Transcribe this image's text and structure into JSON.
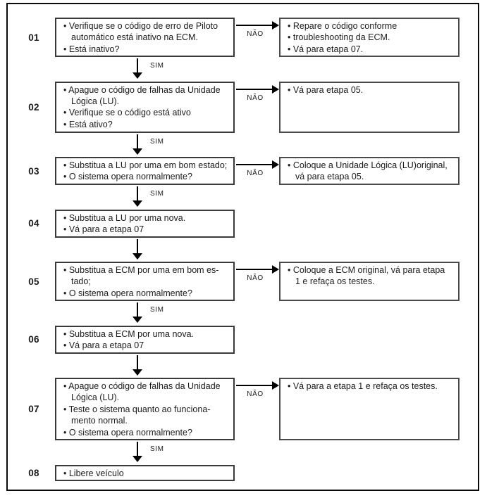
{
  "labels": {
    "yes": "SIM",
    "no": "NÃO"
  },
  "colors": {
    "ink": "#1b1b1b",
    "frame": "#0a0a0a",
    "box_border": "#3a3a3a",
    "no_box_border": "#4a4a4a",
    "background": "#ffffff"
  },
  "steps": [
    {
      "id": "01",
      "lines": [
        "• Verifique se o código de erro de Piloto",
        "automático está inativo na ECM.",
        "• Está inativo?"
      ],
      "no_lines": [
        "• Repare o código conforme",
        "• troubleshooting da ECM.",
        "• Vá para etapa 07."
      ],
      "down": "SIM"
    },
    {
      "id": "02",
      "lines": [
        "• Apague o código de falhas da Unidade",
        "Lógica (LU).",
        "• Verifique se o código está ativo",
        "• Está ativo?"
      ],
      "no_lines": [
        "• Vá para etapa 05."
      ],
      "down": "SIM"
    },
    {
      "id": "03",
      "lines": [
        "• Substitua a LU por uma em bom estado;",
        "• O sistema opera normalmente?"
      ],
      "no_lines": [
        "• Coloque a Unidade Lógica (LU)original,",
        "vá para etapa 05."
      ],
      "down": "SIM"
    },
    {
      "id": "04",
      "lines": [
        "• Substitua a LU por uma nova.",
        "• Vá para a etapa 07"
      ],
      "no_lines": null,
      "down": ""
    },
    {
      "id": "05",
      "lines": [
        "• Substitua a ECM por uma em bom es-",
        "tado;",
        "• O sistema opera normalmente?"
      ],
      "no_lines": [
        "• Coloque a ECM original, vá para etapa",
        "1 e refaça os testes."
      ],
      "down": "SIM"
    },
    {
      "id": "06",
      "lines": [
        "• Substitua a ECM por uma nova.",
        "• Vá para a etapa 07"
      ],
      "no_lines": null,
      "down": ""
    },
    {
      "id": "07",
      "lines": [
        "• Apague o código de falhas da Unidade",
        "Lógica (LU).",
        "• Teste o sistema quanto ao funciona-",
        "mento normal.",
        "• O sistema opera normalmente?"
      ],
      "no_lines": [
        "• Vá para a etapa 1 e refaça os testes."
      ],
      "down": "SIM"
    },
    {
      "id": "08",
      "lines": [
        "• Libere veículo"
      ],
      "no_lines": null,
      "down": null
    }
  ]
}
